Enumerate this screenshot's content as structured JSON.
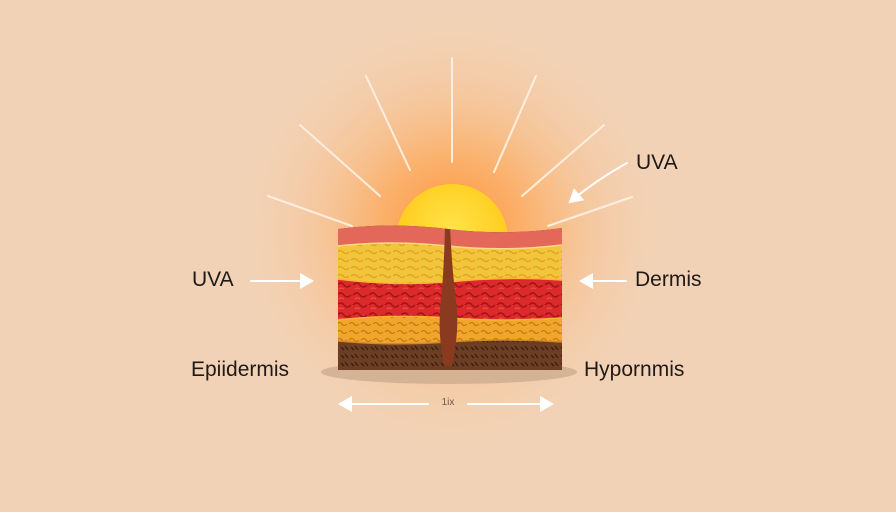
{
  "diagram": {
    "labels": {
      "uva_top": "UVA",
      "uva_left": "UVA",
      "dermis": "Dermis",
      "epidermis": "Epiidermis",
      "hypodermis": "Hypornmis"
    },
    "scale_label": "1ix"
  },
  "colors": {
    "background": "#f2d2b6",
    "sun": "#ffd21f",
    "glow": "#ff9a3c",
    "ray": "#fbeee0",
    "outer_skin": "#e4685a",
    "epidermis_layer": "#f0c23a",
    "dermis_layer": "#d9262b",
    "lower_layer": "#f0a52a",
    "hypodermis_layer": "#6a3c22",
    "hair": "#8a3b1f",
    "arrow": "#ffffff"
  }
}
